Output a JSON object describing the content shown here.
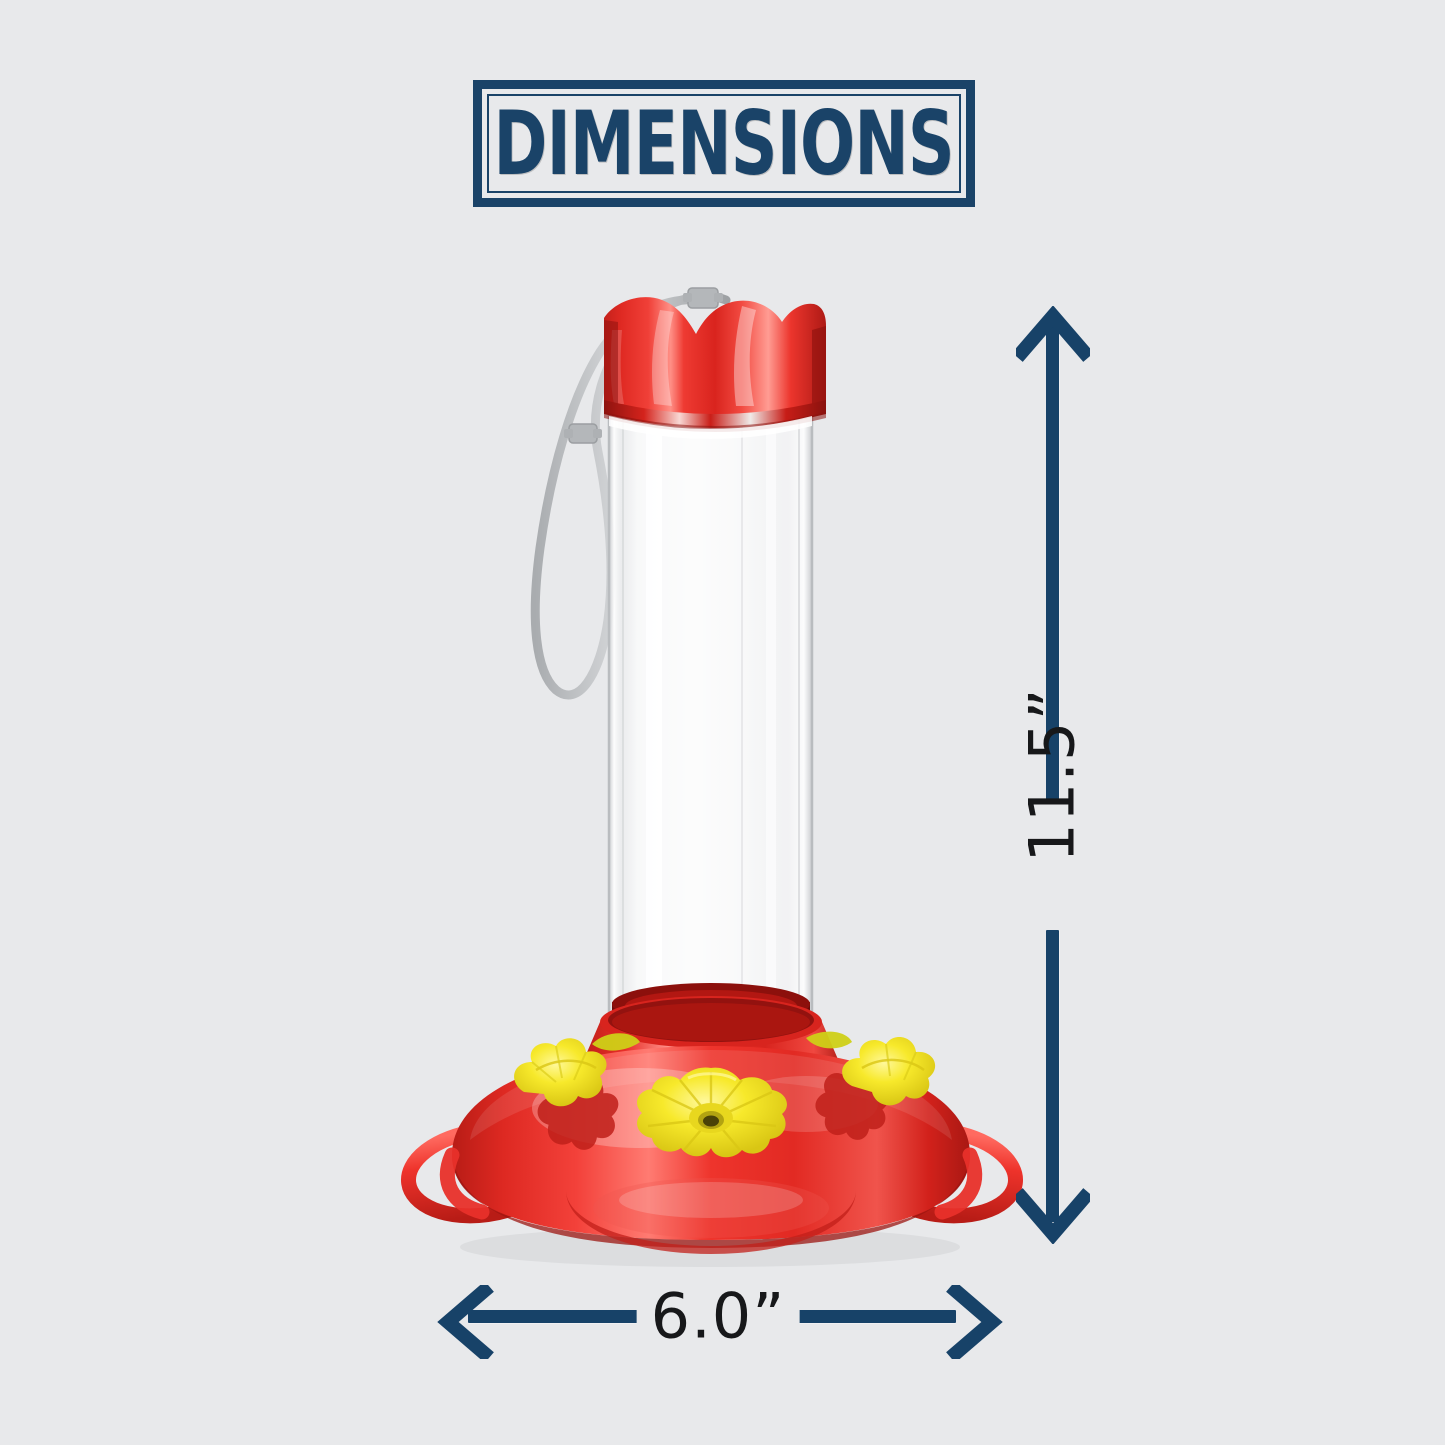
{
  "background_color": "#E8E9EB",
  "accent_color": "#1A4368",
  "label_color": "#17181A",
  "header": {
    "title": "DIMENSIONS"
  },
  "dimensions": {
    "height": {
      "label": "11.5”",
      "value": 11.5,
      "unit": "inches",
      "orientation": "vertical",
      "arrow_style": "double-headed"
    },
    "width": {
      "label": "6.0”",
      "value": 6.0,
      "unit": "inches",
      "orientation": "horizontal",
      "arrow_style": "double-headed"
    }
  },
  "product": {
    "name": "hummingbird-feeder",
    "colors": {
      "cap_red": "#E8302A",
      "cap_red_dark": "#B41F19",
      "base_red": "#E8302A",
      "base_red_dark": "#C2201A",
      "flower_yellow": "#F2E524",
      "flower_yellow_dark": "#D9CA17",
      "nectar": "#9E1410",
      "glass": "#FFFFFF",
      "cable_gray": "#B9BBBD"
    },
    "parts": [
      "scalloped-red-cap",
      "clear-glass-tube",
      "hanging-cable-loop",
      "red-domed-base",
      "yellow-flower-feeding-ports",
      "red-perch-rings",
      "nectar-reservoir"
    ],
    "flower_port_count": 3,
    "perch_ring_count": 2
  }
}
